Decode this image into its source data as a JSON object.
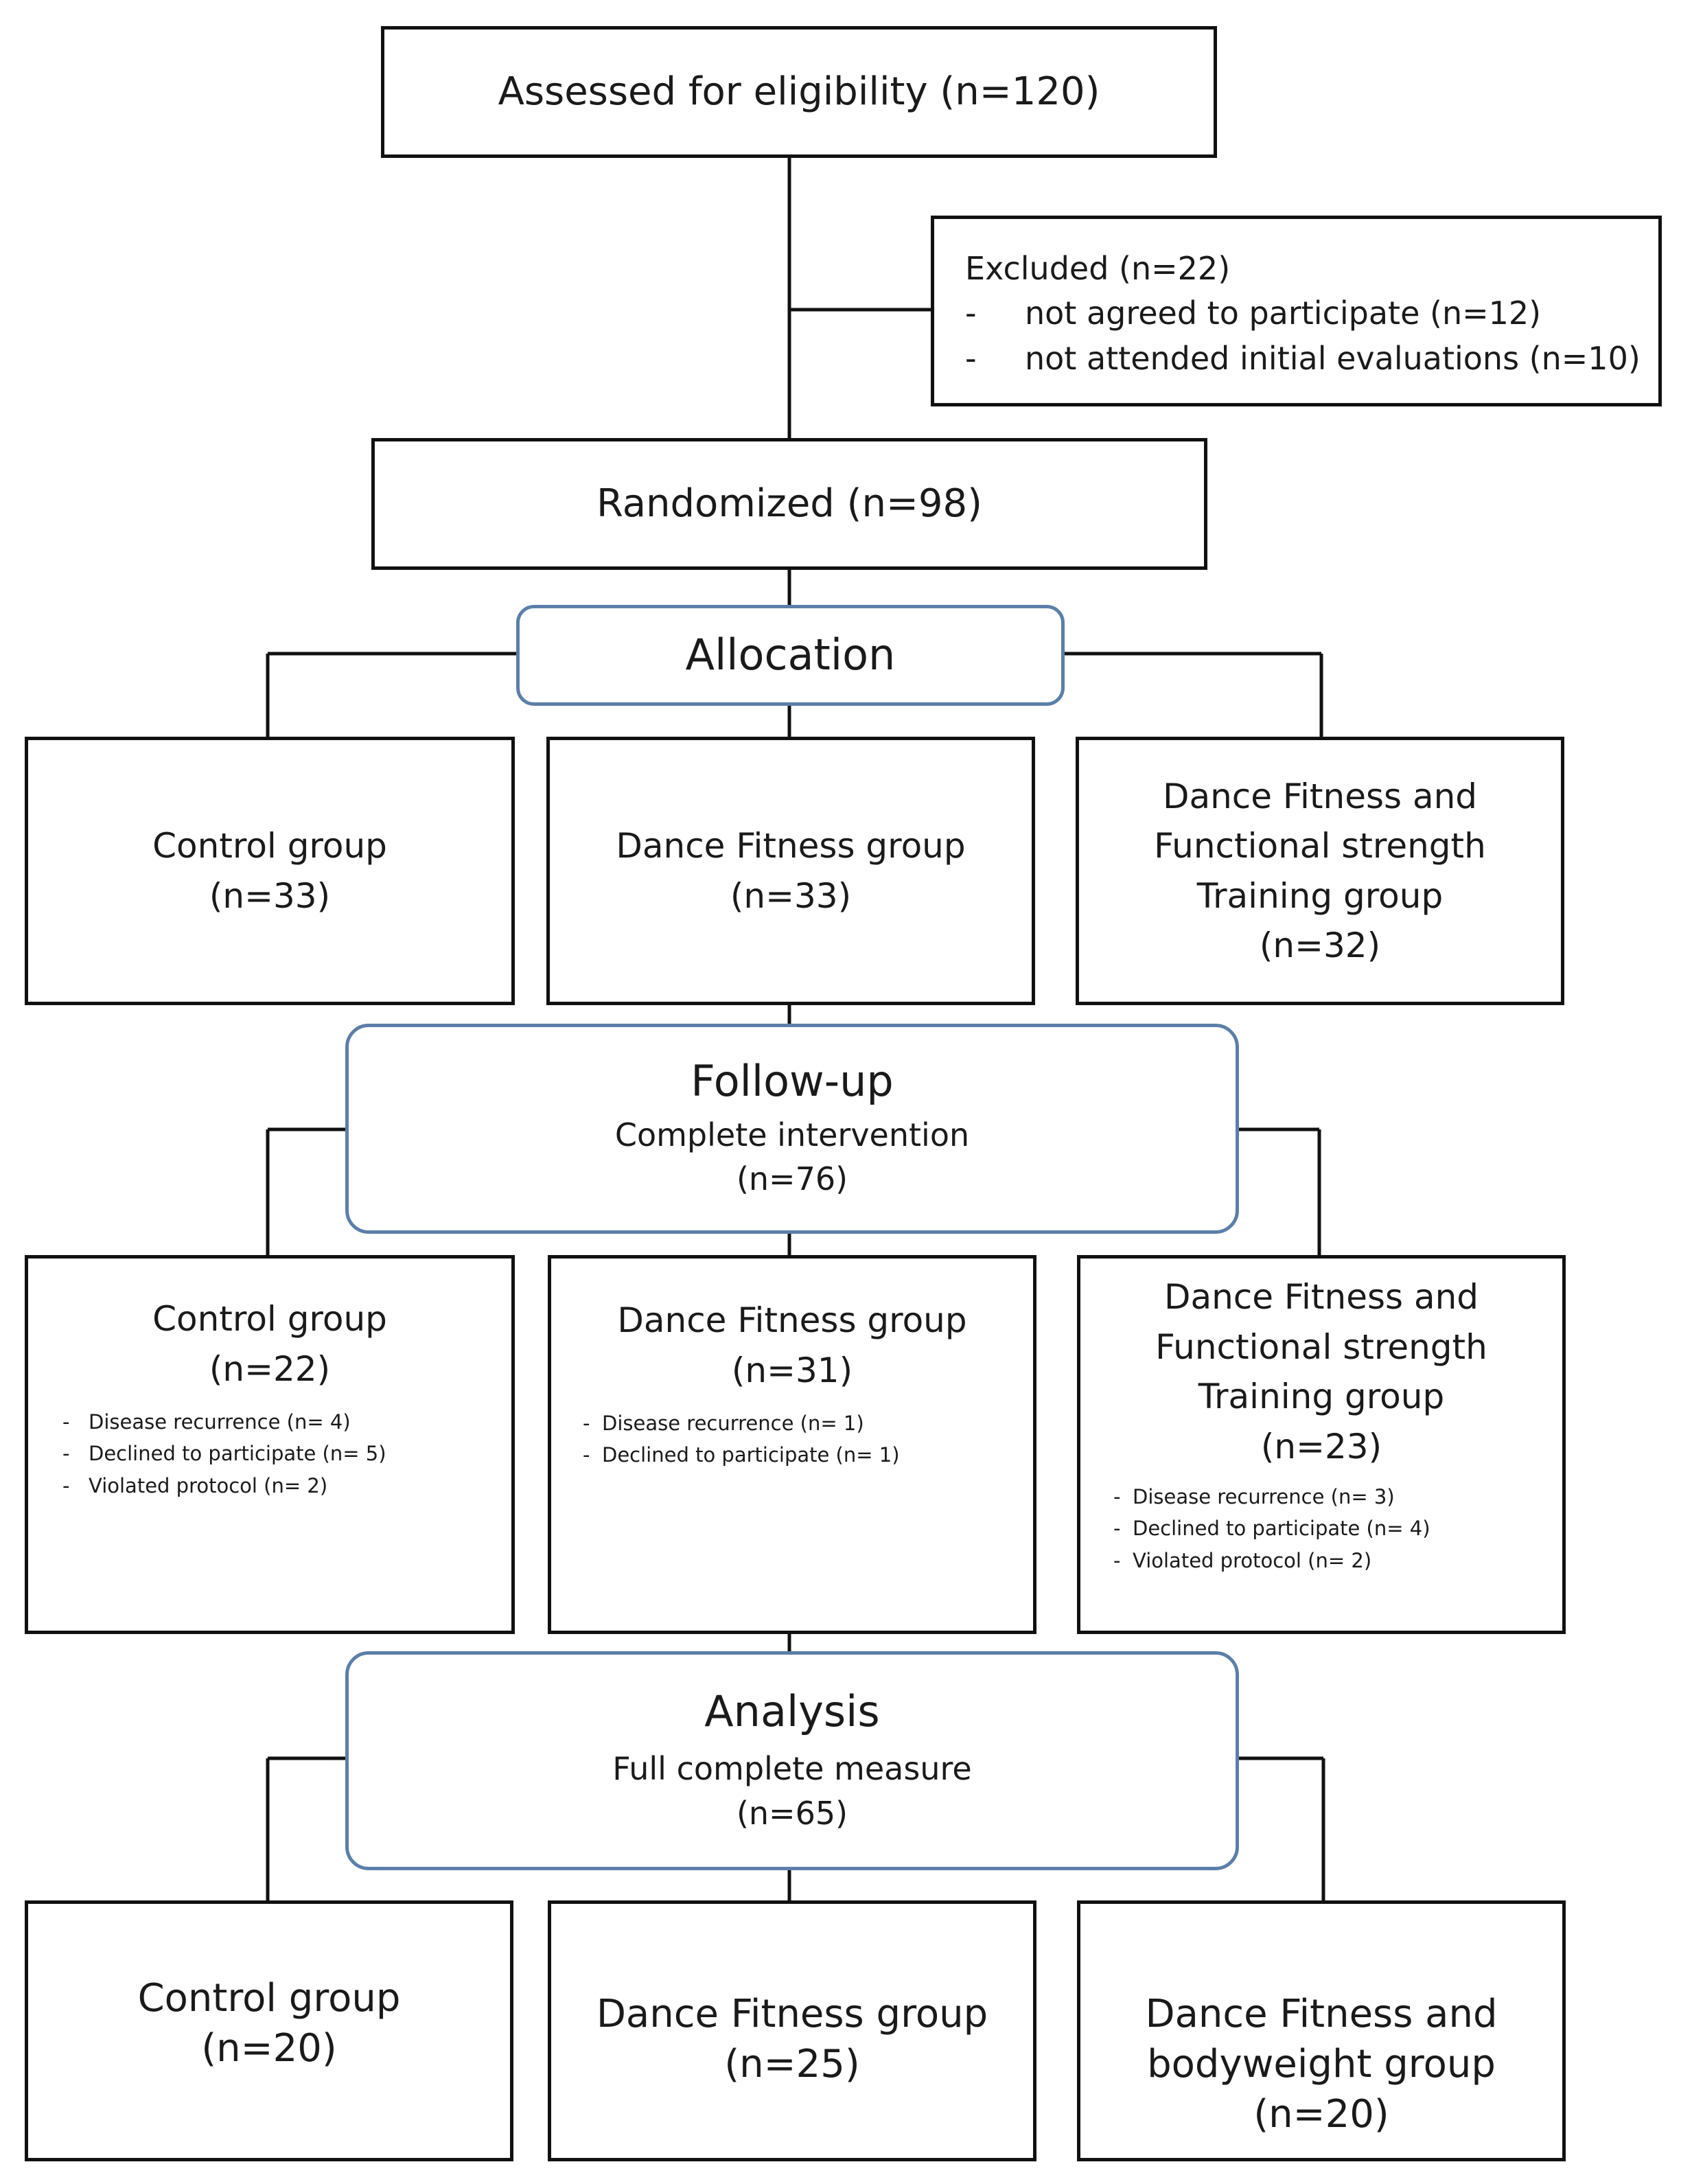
{
  "enrollment": {
    "assessed": "Assessed for eligibility (n=120)",
    "excluded": {
      "title": "Excluded (n=22)",
      "reasons": [
        "not agreed to participate (n=12)",
        "not attended initial evaluations (n=10)"
      ]
    },
    "randomized": "Randomized (n=98)"
  },
  "allocation": {
    "label": "Allocation",
    "groups": [
      {
        "lines": [
          "Control group",
          "(n=33)"
        ]
      },
      {
        "lines": [
          "Dance Fitness group",
          "(n=33)"
        ]
      },
      {
        "lines": [
          "Dance Fitness and",
          "Functional strength",
          "Training group",
          "(n=32)"
        ]
      }
    ]
  },
  "followup": {
    "label": "Follow-up",
    "sub": "Complete intervention",
    "count": "(n=76)",
    "groups": [
      {
        "lines": [
          "Control group",
          "(n=22)"
        ],
        "reasons": [
          "Disease recurrence (n= 4)",
          "Declined to participate (n= 5)",
          "Violated protocol (n= 2)"
        ]
      },
      {
        "lines": [
          "Dance Fitness group",
          "(n=31)"
        ],
        "reasons": [
          "Disease recurrence (n= 1)",
          "Declined to participate (n= 1)"
        ]
      },
      {
        "lines": [
          "Dance Fitness and",
          "Functional strength",
          "Training group",
          "(n=23)"
        ],
        "reasons": [
          "Disease recurrence (n= 3)",
          "Declined to participate (n= 4)",
          "Violated protocol (n= 2)"
        ]
      }
    ]
  },
  "analysis": {
    "label": "Analysis",
    "sub": "Full complete measure",
    "count": "(n=65)",
    "groups": [
      {
        "lines": [
          "Control group",
          "(n=20)"
        ]
      },
      {
        "lines": [
          "Dance Fitness group",
          "(n=25)"
        ]
      },
      {
        "lines": [
          "Dance Fitness and",
          "bodyweight group",
          "(n=20)"
        ]
      }
    ]
  },
  "colors": {
    "stage_border": "#5b7fa8",
    "box_border": "#111111"
  }
}
